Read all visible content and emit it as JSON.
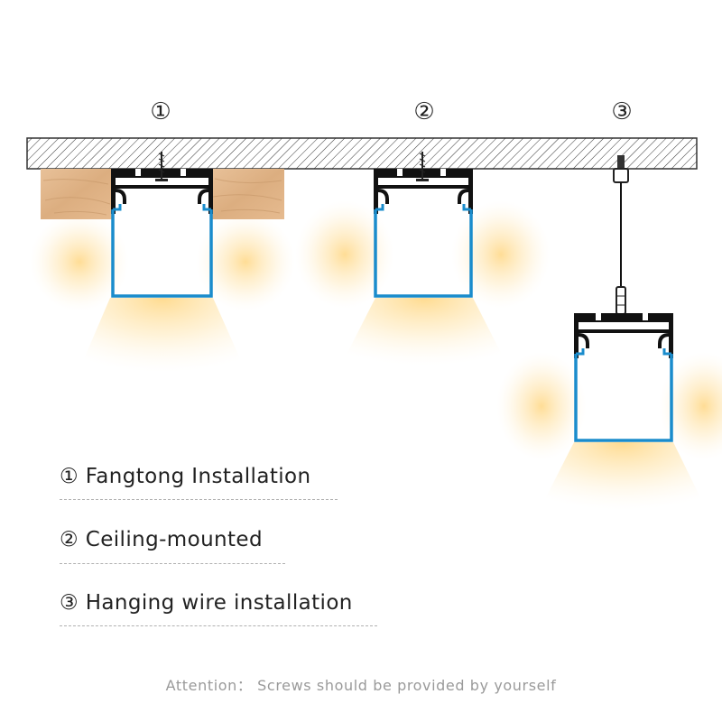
{
  "markers": [
    "①",
    "②",
    "③"
  ],
  "legend": [
    "① Fangtong Installation",
    "② Ceiling-mounted",
    "③ Hanging wire installation"
  ],
  "attention": "Attention： Screws should be provided by yourself",
  "colors": {
    "profile": "#111111",
    "diffuser": "#1a8ccc",
    "glow": "#ffd98a",
    "wood": "#e2b88c",
    "ceiling_hatch": "#333333"
  }
}
